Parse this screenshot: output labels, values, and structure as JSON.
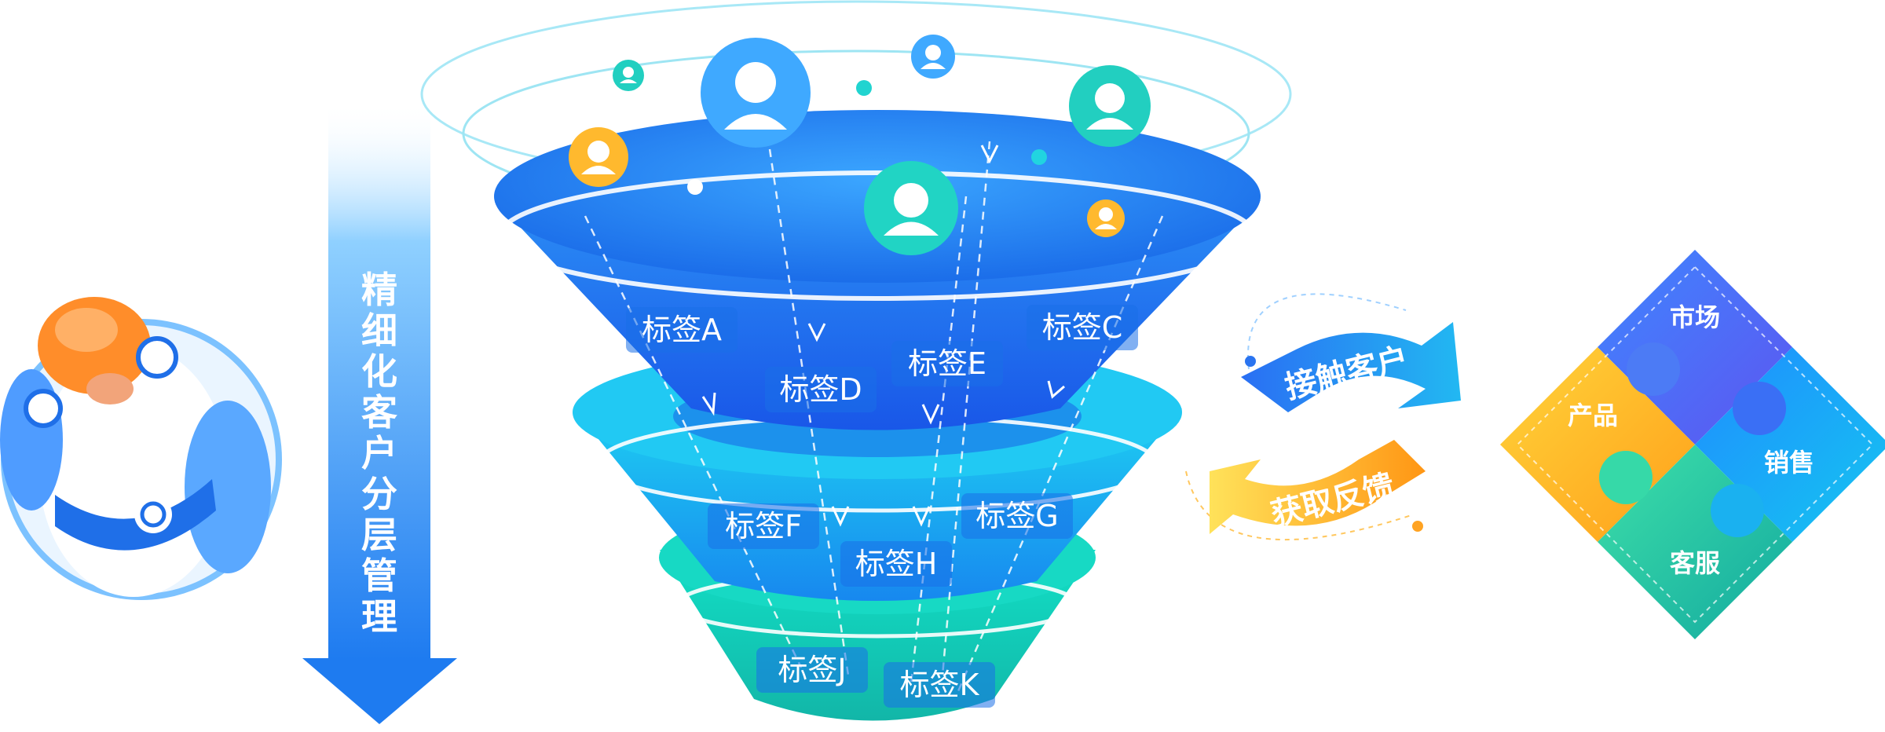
{
  "left_arrow": {
    "chars": [
      "精",
      "细",
      "化",
      "客",
      "户",
      "分",
      "层",
      "管",
      "理"
    ]
  },
  "funnel_tags": [
    {
      "id": "a",
      "label": "标签A"
    },
    {
      "id": "b",
      "label": "标签C"
    },
    {
      "id": "c",
      "label": "标签D"
    },
    {
      "id": "d",
      "label": "标签E"
    },
    {
      "id": "e",
      "label": "标签F"
    },
    {
      "id": "f",
      "label": "标签G"
    },
    {
      "id": "g",
      "label": "标签H"
    },
    {
      "id": "h",
      "label": "标签J"
    },
    {
      "id": "i",
      "label": "标签K"
    }
  ],
  "cycle": {
    "top_label": "接触客户",
    "bottom_label": "获取反馈"
  },
  "puzzle": {
    "top": "市场",
    "left": "产品",
    "right": "销售",
    "bottom": "客服"
  },
  "colors": {
    "funnel_blue": "#1e6ff0",
    "funnel_cyan": "#22c4f0",
    "funnel_teal": "#18d4bf",
    "orange": "#ff9f1a",
    "puzzle_green": "#22c7a6"
  }
}
